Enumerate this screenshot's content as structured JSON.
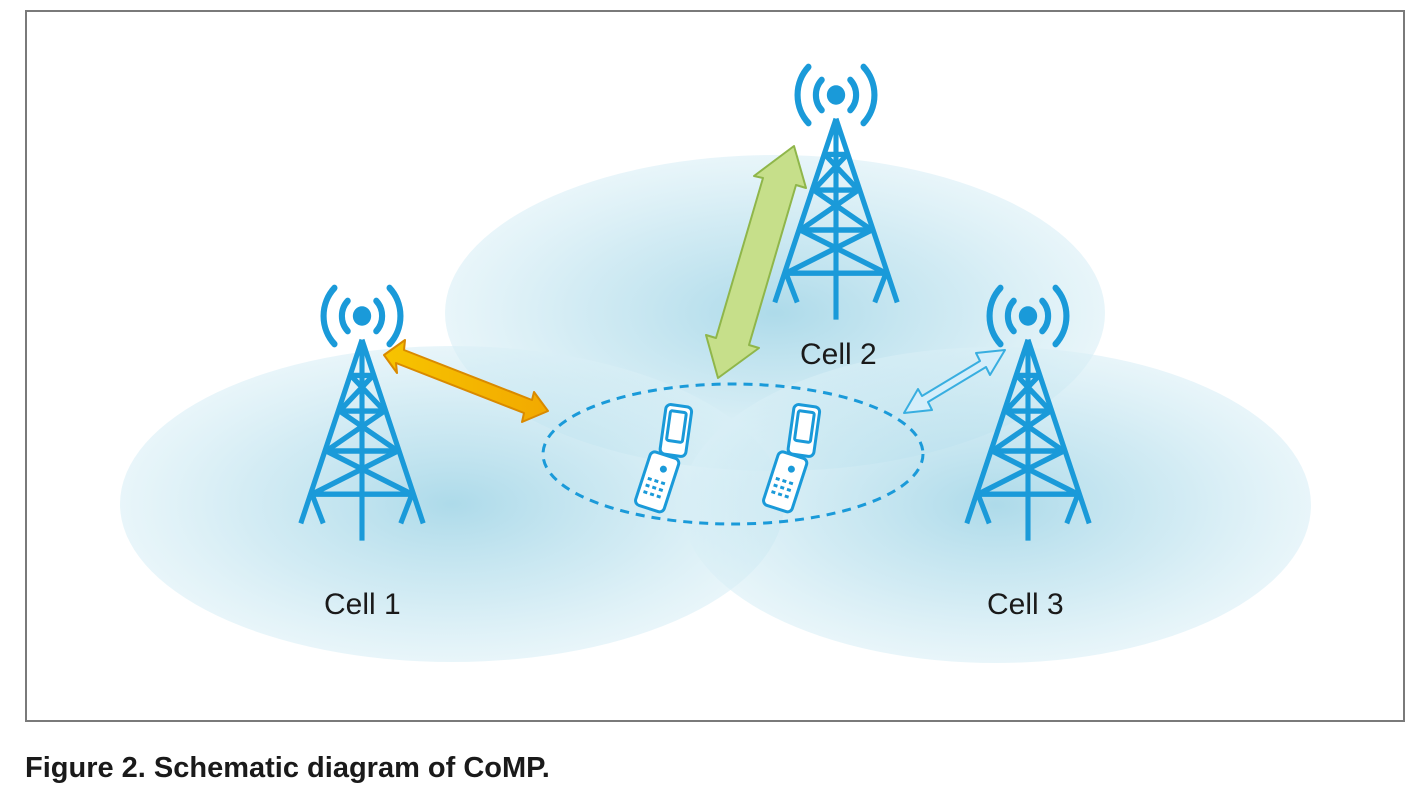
{
  "cells": [
    {
      "id": "cell-1",
      "label": "Cell 1"
    },
    {
      "id": "cell-2",
      "label": "Cell 2"
    },
    {
      "id": "cell-3",
      "label": "Cell 3"
    }
  ],
  "caption": "Figure 2. Schematic diagram of CoMP.",
  "colors": {
    "tower": "#1a9ad9",
    "coverage": "#bfe3ef",
    "link_cell1": "#f5b400",
    "link_cell2": "#b5d36a",
    "link_cell3": "#bfe4f5",
    "ue_group_outline": "#1a9ad9"
  },
  "icons": {
    "tower": "radio-tower-icon",
    "phone": "flip-phone-icon",
    "signal": "signal-waves-icon"
  }
}
